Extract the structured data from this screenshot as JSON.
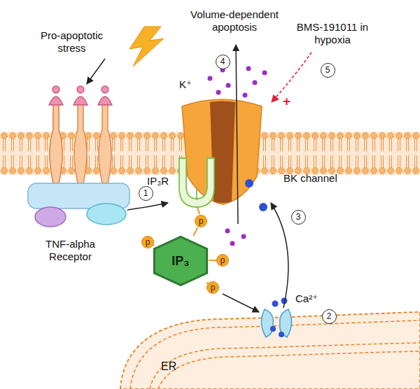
{
  "diagram": {
    "nodes": [
      {
        "text": [
          "p"
        ]
      },
      {
        "text": [
          "p"
        ]
      },
      {
        "text": [
          "IP₃"
        ]
      },
      {
        "text": [
          "p"
        ]
      },
      {
        "text": [
          "p"
        ]
      }
    ],
    "edges": [
      {
        "from": 2,
        "to": 0,
        "arrow": "none"
      },
      {
        "from": 2,
        "to": 1,
        "arrow": "none"
      },
      {
        "from": 2,
        "to": 3,
        "arrow": "none"
      },
      {
        "from": 2,
        "to": 4,
        "arrow": "none"
      }
    ],
    "labels": [
      "Pro-apoptotic stress",
      "Volume-dependent apoptosis",
      "BMS-191011 in hypoxia",
      "K⁺",
      "+",
      "IP₃R",
      "BK channel",
      "TNF-alpha Receptor",
      "Ca²⁺",
      "ER",
      "1",
      "2",
      "3",
      "4",
      "5"
    ]
  }
}
